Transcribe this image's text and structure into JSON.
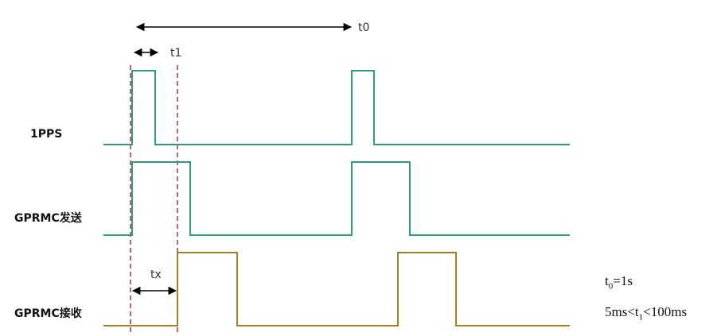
{
  "labels": {
    "pps": "1PPS",
    "gprmc_send": "GPRMC发送",
    "gprmc_recv": "GPRMC接收",
    "t0": "t0",
    "t1": "t1",
    "tx": "tx"
  },
  "notes": {
    "t0_base": "t",
    "t0_sub": "0",
    "t0_rest": "=1s",
    "t1_pre": "5ms<t",
    "t1_sub": "1",
    "t1_rest": "<100ms"
  },
  "colors": {
    "green_wave": "#2e9e78",
    "brown_wave": "#b07d1a",
    "dashed_marker": "#a0324a",
    "arrow": "#000000"
  }
}
